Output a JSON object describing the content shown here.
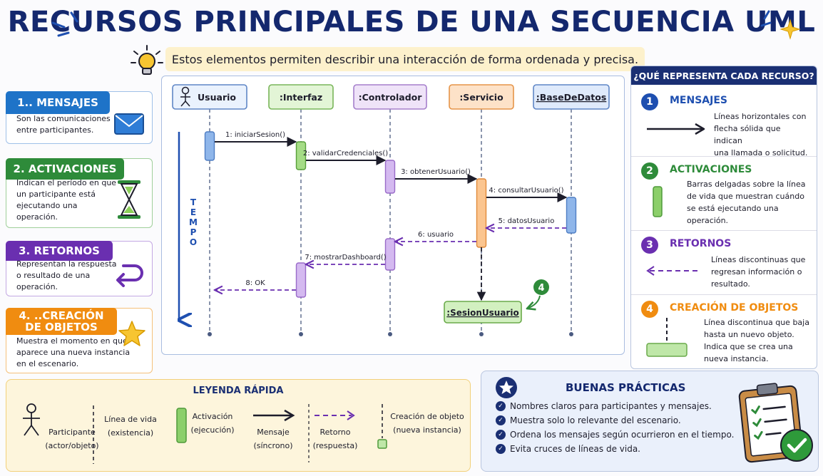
{
  "title": "RECURSOS PRINCIPALES DE UNA SECUENCIA UML",
  "subtitle": "Estos elementos permiten describir una interacción de forma ordenada y precisa.",
  "left_cards": [
    {
      "label": "1.. MENSAJES",
      "desc": [
        "Son las comunicaciones",
        "entre participantes."
      ],
      "icon": "envelope-icon",
      "color": "#1e73c8"
    },
    {
      "label": "2.  ACTIVACIONES",
      "desc": [
        "Indican el período en que",
        "un participante está",
        "ejecutando una",
        "operación."
      ],
      "icon": "hourglass-icon",
      "color": "#2e8b3a"
    },
    {
      "label": "3.  RETORNOS",
      "desc": [
        "Representan la respuesta",
        "o resultado de una",
        "operación."
      ],
      "icon": "return-arrow-icon",
      "color": "#6a2fb0"
    },
    {
      "label": "4.  ..CREACIÓN\nDE OBJETOS",
      "desc": [
        "Muestra el momento en que",
        "aparece una nueva instancia",
        "en el escenario."
      ],
      "icon": "star-icon",
      "color": "#f08c10"
    }
  ],
  "diagram": {
    "participants": [
      {
        "name": "Usuario",
        "fill": "#eaf2fd",
        "stroke": "#5f86c6"
      },
      {
        "name": ":Interfaz",
        "fill": "#e3f5d6",
        "stroke": "#79b65a"
      },
      {
        "name": ":Controlador",
        "fill": "#efe3f8",
        "stroke": "#a57fcb"
      },
      {
        "name": ":Servicio",
        "fill": "#fde2c8",
        "stroke": "#e59448"
      },
      {
        "name": ":BaseDeDatos",
        "fill": "#dfeafb",
        "stroke": "#5f86c6"
      }
    ],
    "time_label": "TEMPO",
    "created_object": ":SesionUsuario",
    "creation_badge": "4",
    "messages": [
      {
        "label": "1: iniciarSesion()",
        "from": 0,
        "to": 1,
        "kind": "sync"
      },
      {
        "label": "2: validarCredenciales()",
        "from": 1,
        "to": 2,
        "kind": "sync"
      },
      {
        "label": "3: obtenerUsuario()",
        "from": 2,
        "to": 3,
        "kind": "sync"
      },
      {
        "label": "4: consultarUsuario()",
        "from": 3,
        "to": 4,
        "kind": "sync"
      },
      {
        "label": "5: datosUsuario",
        "from": 4,
        "to": 3,
        "kind": "return"
      },
      {
        "label": "6: usuario",
        "from": 3,
        "to": 2,
        "kind": "return"
      },
      {
        "label": "7: mostrarDashboard()",
        "from": 2,
        "to": 1,
        "kind": "return"
      },
      {
        "label": "8: OK",
        "from": 1,
        "to": 0,
        "kind": "return"
      }
    ]
  },
  "right_panel": {
    "header": "¿QUÉ REPRESENTA CADA RECURSO?",
    "sections": [
      {
        "num": "1",
        "title": "MENSAJES",
        "text": [
          "Líneas horizontales con",
          "flecha sólida que indican",
          "una llamada o solicitud."
        ],
        "color": "#1e4fb0"
      },
      {
        "num": "2",
        "title": "ACTIVACIONES",
        "text": [
          "Barras delgadas sobre la línea",
          "de vida que muestran cuándo",
          "se está ejecutando una",
          "operación."
        ],
        "color": "#2e8b3a"
      },
      {
        "num": "3",
        "title": "RETORNOS",
        "text": [
          "Líneas discontinuas que",
          "regresan información o",
          "resultado."
        ],
        "color": "#6a2fb0"
      },
      {
        "num": "4",
        "title": "CREACIÓN DE OBJETOS",
        "text": [
          "Línea discontinua que baja",
          "hasta un nuevo objeto.",
          "Indica que se crea una",
          "nueva instancia."
        ],
        "color": "#f08c10"
      }
    ]
  },
  "legend": {
    "title": "LEYENDA RÁPIDA",
    "items": [
      {
        "label": [
          "Participante",
          "(actor/objeto)"
        ]
      },
      {
        "label": [
          "Línea de vida",
          "(existencia)"
        ]
      },
      {
        "label": [
          "Activación",
          "(ejecución)"
        ]
      },
      {
        "label": [
          "Mensaje",
          "(síncrono)"
        ]
      },
      {
        "label": [
          "Retorno",
          "(respuesta)"
        ]
      },
      {
        "label": [
          "Creación de objeto",
          "(nueva instancia)"
        ]
      }
    ]
  },
  "best_practices": {
    "title": "BUENAS PRÁCTICAS",
    "items": [
      "Nombres claros para participantes y mensajes.",
      "Muestra solo lo relevante del escenario.",
      "Ordena los mensajes según ocurrieron en el tiempo.",
      "Evita cruces de líneas de vida."
    ]
  },
  "colors": {
    "navy": "#14286e",
    "blue": "#1e73c8",
    "green": "#2e8b3a",
    "purple": "#6a2fb0",
    "orange": "#f08c10"
  }
}
